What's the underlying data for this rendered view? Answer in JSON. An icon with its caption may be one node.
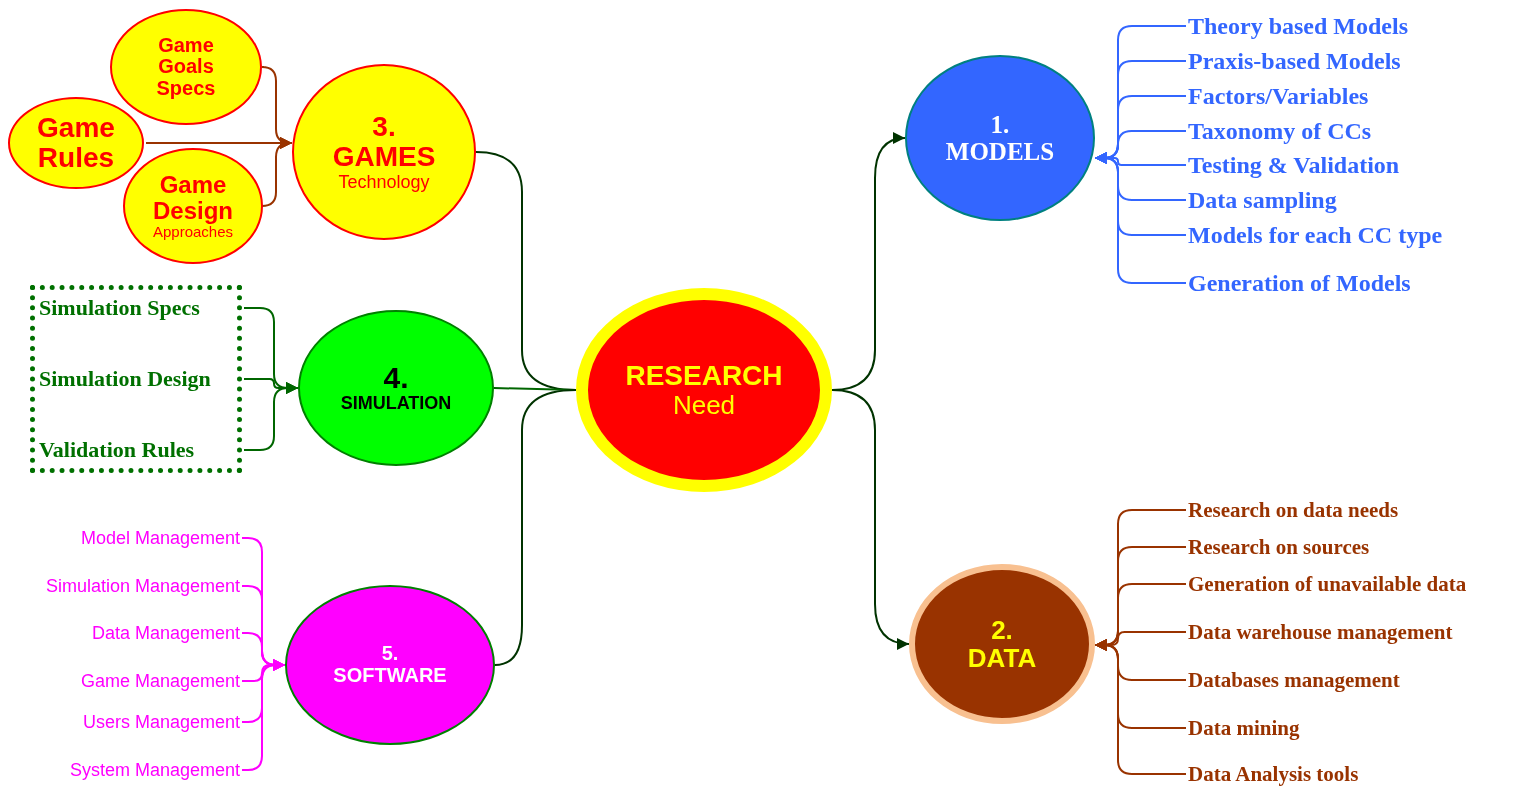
{
  "diagram": {
    "nodes": [
      {
        "text": [
          "Game Goals Specs"
        ]
      },
      {
        "text": [
          "Game Rules"
        ]
      },
      {
        "text": [
          "Game Design",
          "Approaches"
        ]
      },
      {
        "text": [
          "3. GAMES",
          "Technology"
        ]
      },
      {
        "text": [],
        "shape": "box"
      },
      {
        "text": [
          "Simulation Specs"
        ],
        "in": 4
      },
      {
        "text": [
          "Simulation Design"
        ],
        "in": 4
      },
      {
        "text": [
          "Validation Rules"
        ],
        "in": 4
      },
      {
        "text": [
          "4.",
          "SIMULATION"
        ]
      },
      {
        "text": [
          "Model Management"
        ]
      },
      {
        "text": [
          "Simulation Management"
        ]
      },
      {
        "text": [
          "Data Management"
        ]
      },
      {
        "text": [
          "Game Management"
        ]
      },
      {
        "text": [
          "Users Management"
        ]
      },
      {
        "text": [
          "System Management"
        ]
      },
      {
        "text": [
          "5. SOFTWARE"
        ]
      },
      {
        "text": [
          "RESEARCH",
          "Need"
        ]
      },
      {
        "text": [
          "1. MODELS"
        ]
      },
      {
        "text": [
          "Theory based Models"
        ]
      },
      {
        "text": [
          "Praxis-based Models"
        ]
      },
      {
        "text": [
          "Factors/Variables"
        ]
      },
      {
        "text": [
          "Taxonomy of CCs"
        ]
      },
      {
        "text": [
          "Testing & Validation"
        ]
      },
      {
        "text": [
          "Data sampling"
        ]
      },
      {
        "text": [
          "Models for each CC type"
        ]
      },
      {
        "text": [
          "Generation of Models"
        ]
      },
      {
        "text": [
          "2. DATA"
        ]
      },
      {
        "text": [
          "Research on data needs"
        ]
      },
      {
        "text": [
          "Research on sources"
        ]
      },
      {
        "text": [
          "Generation of unavailable data"
        ]
      },
      {
        "text": [
          "Data warehouse management"
        ]
      },
      {
        "text": [
          "Databases management"
        ]
      },
      {
        "text": [
          "Data mining"
        ]
      },
      {
        "text": [
          "Data Analysis tools"
        ]
      }
    ],
    "edges": [
      {
        "from": 0,
        "to": 3,
        "arrow": "to",
        "color": "#993300"
      },
      {
        "from": 1,
        "to": 3,
        "arrow": "to",
        "color": "#993300"
      },
      {
        "from": 2,
        "to": 3,
        "arrow": "to",
        "color": "#993300"
      },
      {
        "from": 5,
        "to": 8,
        "arrow": "to",
        "color": "#006600"
      },
      {
        "from": 6,
        "to": 8,
        "arrow": "to",
        "color": "#006600"
      },
      {
        "from": 7,
        "to": 8,
        "arrow": "to",
        "color": "#006600"
      },
      {
        "from": 9,
        "to": 15,
        "arrow": "to",
        "color": "#ff00ff"
      },
      {
        "from": 10,
        "to": 15,
        "arrow": "to",
        "color": "#ff00ff"
      },
      {
        "from": 11,
        "to": 15,
        "arrow": "to",
        "color": "#ff00ff"
      },
      {
        "from": 12,
        "to": 15,
        "arrow": "to",
        "color": "#ff00ff"
      },
      {
        "from": 13,
        "to": 15,
        "arrow": "to",
        "color": "#ff00ff"
      },
      {
        "from": 14,
        "to": 15,
        "arrow": "to",
        "color": "#ff00ff"
      },
      {
        "from": 3,
        "to": 16,
        "arrow": "none",
        "color": "#003300"
      },
      {
        "from": 8,
        "to": 16,
        "arrow": "none",
        "color": "#006600"
      },
      {
        "from": 15,
        "to": 16,
        "arrow": "none",
        "color": "#003300"
      },
      {
        "from": 16,
        "to": 17,
        "arrow": "to",
        "color": "#003300"
      },
      {
        "from": 16,
        "to": 26,
        "arrow": "to",
        "color": "#003300"
      },
      {
        "from": 18,
        "to": 17,
        "arrow": "to",
        "color": "#3366ff"
      },
      {
        "from": 19,
        "to": 17,
        "arrow": "to",
        "color": "#3366ff"
      },
      {
        "from": 20,
        "to": 17,
        "arrow": "to",
        "color": "#3366ff"
      },
      {
        "from": 21,
        "to": 17,
        "arrow": "to",
        "color": "#3366ff"
      },
      {
        "from": 22,
        "to": 17,
        "arrow": "to",
        "color": "#3366ff"
      },
      {
        "from": 23,
        "to": 17,
        "arrow": "to",
        "color": "#3366ff"
      },
      {
        "from": 24,
        "to": 17,
        "arrow": "to",
        "color": "#3366ff"
      },
      {
        "from": 25,
        "to": 17,
        "arrow": "to",
        "color": "#3366ff"
      },
      {
        "from": 27,
        "to": 26,
        "arrow": "to",
        "color": "#993300"
      },
      {
        "from": 28,
        "to": 26,
        "arrow": "to",
        "color": "#993300"
      },
      {
        "from": 29,
        "to": 26,
        "arrow": "to",
        "color": "#993300"
      },
      {
        "from": 30,
        "to": 26,
        "arrow": "to",
        "color": "#993300"
      },
      {
        "from": 31,
        "to": 26,
        "arrow": "to",
        "color": "#993300"
      },
      {
        "from": 32,
        "to": 26,
        "arrow": "to",
        "color": "#993300"
      },
      {
        "from": 33,
        "to": 26,
        "arrow": "to",
        "color": "#993300"
      }
    ]
  }
}
